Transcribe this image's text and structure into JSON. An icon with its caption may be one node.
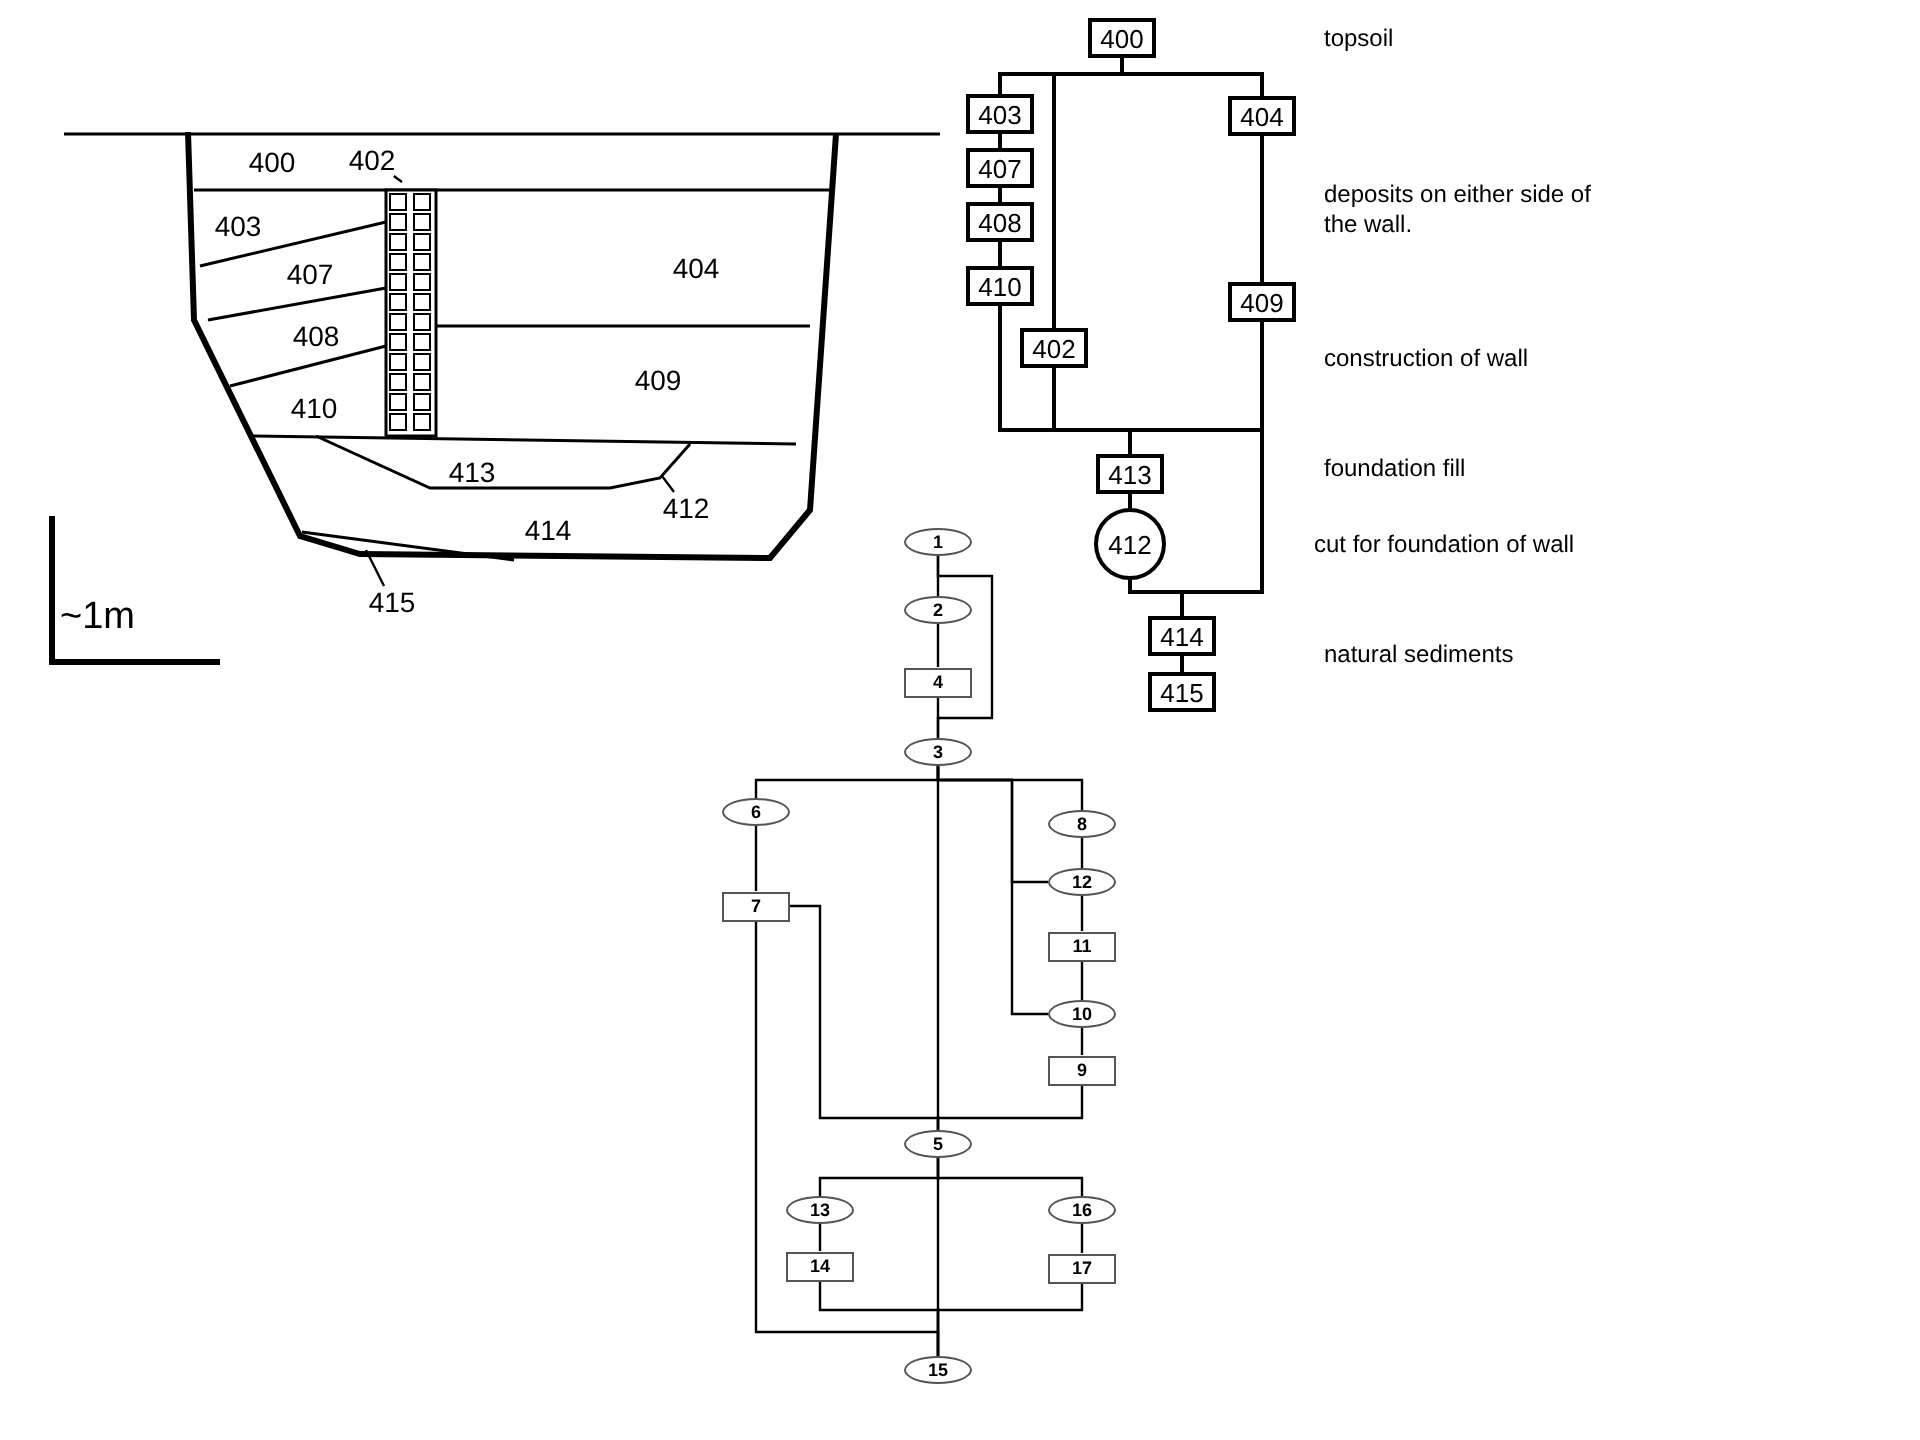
{
  "diagram": {
    "nodes": [
      {
        "text": [
          "402"
        ]
      },
      {
        "text": [
          "412"
        ]
      },
      {
        "text": [
          "415"
        ]
      },
      {
        "text": [
          "400"
        ]
      },
      {
        "text": [
          "403"
        ]
      },
      {
        "text": [
          "402"
        ]
      },
      {
        "text": [
          "404"
        ]
      },
      {
        "text": [
          "407"
        ]
      },
      {
        "text": [
          "408"
        ]
      },
      {
        "text": [
          "410"
        ]
      },
      {
        "text": [
          "409"
        ]
      },
      {
        "text": [
          "413"
        ]
      },
      {
        "text": [
          "412"
        ]
      },
      {
        "text": [
          "414"
        ]
      },
      {
        "text": [
          "415"
        ]
      },
      {
        "text": [
          "1"
        ]
      },
      {
        "text": [
          "2"
        ]
      },
      {
        "text": [
          "4"
        ]
      },
      {
        "text": [
          "3"
        ]
      },
      {
        "text": [
          "6"
        ]
      },
      {
        "text": [
          "8"
        ]
      },
      {
        "text": [
          "12"
        ]
      },
      {
        "text": [
          "11"
        ]
      },
      {
        "text": [
          "10"
        ]
      },
      {
        "text": [
          "9"
        ]
      },
      {
        "text": [
          "7"
        ]
      },
      {
        "text": [
          "5"
        ]
      },
      {
        "text": [
          "13"
        ]
      },
      {
        "text": [
          "16"
        ]
      },
      {
        "text": [
          "14"
        ]
      },
      {
        "text": [
          "17"
        ]
      },
      {
        "text": [
          "15"
        ]
      }
    ],
    "edges": [
      {
        "from": 0,
        "to": null,
        "arrow": "none"
      },
      {
        "from": 1,
        "to": null,
        "arrow": "none"
      },
      {
        "from": 2,
        "to": null,
        "arrow": "none"
      },
      {
        "from": 3,
        "to": 4,
        "arrow": "none"
      },
      {
        "from": 3,
        "to": 5,
        "arrow": "none"
      },
      {
        "from": 3,
        "to": 6,
        "arrow": "none"
      },
      {
        "from": 4,
        "to": 7,
        "arrow": "none"
      },
      {
        "from": 7,
        "to": 8,
        "arrow": "none"
      },
      {
        "from": 8,
        "to": 9,
        "arrow": "none"
      },
      {
        "from": 6,
        "to": 10,
        "arrow": "none"
      },
      {
        "from": 9,
        "to": 11,
        "arrow": "none"
      },
      {
        "from": 5,
        "to": 11,
        "arrow": "none"
      },
      {
        "from": 10,
        "to": 11,
        "arrow": "none"
      },
      {
        "from": 11,
        "to": 12,
        "arrow": "none"
      },
      {
        "from": 12,
        "to": 13,
        "arrow": "none"
      },
      {
        "from": 10,
        "to": 13,
        "arrow": "none"
      },
      {
        "from": 13,
        "to": 14,
        "arrow": "none"
      },
      {
        "from": 15,
        "to": 16,
        "arrow": "none"
      },
      {
        "from": 15,
        "to": 18,
        "arrow": "none"
      },
      {
        "from": 16,
        "to": 17,
        "arrow": "none"
      },
      {
        "from": 17,
        "to": 18,
        "arrow": "none"
      },
      {
        "from": 18,
        "to": 19,
        "arrow": "none"
      },
      {
        "from": 18,
        "to": 20,
        "arrow": "none"
      },
      {
        "from": 18,
        "to": 21,
        "arrow": "none"
      },
      {
        "from": 18,
        "to": 23,
        "arrow": "none"
      },
      {
        "from": 18,
        "to": 26,
        "arrow": "none"
      },
      {
        "from": 19,
        "to": 25,
        "arrow": "none"
      },
      {
        "from": 20,
        "to": 21,
        "arrow": "none"
      },
      {
        "from": 21,
        "to": 22,
        "arrow": "none"
      },
      {
        "from": 22,
        "to": 23,
        "arrow": "none"
      },
      {
        "from": 23,
        "to": 24,
        "arrow": "none"
      },
      {
        "from": 25,
        "to": 26,
        "arrow": "none"
      },
      {
        "from": 24,
        "to": 26,
        "arrow": "none"
      },
      {
        "from": 26,
        "to": 27,
        "arrow": "none"
      },
      {
        "from": 26,
        "to": 28,
        "arrow": "none"
      },
      {
        "from": 26,
        "to": 31,
        "arrow": "none"
      },
      {
        "from": 27,
        "to": 29,
        "arrow": "none"
      },
      {
        "from": 28,
        "to": 30,
        "arrow": "none"
      },
      {
        "from": 29,
        "to": 31,
        "arrow": "none"
      },
      {
        "from": 30,
        "to": 31,
        "arrow": "none"
      },
      {
        "from": 25,
        "to": 31,
        "arrow": "none"
      }
    ],
    "labels": [
      "topsoil",
      "400",
      "deposits on either side of the wall.",
      "403",
      "404",
      "407",
      "408",
      "construction of wall",
      "409",
      "410",
      "foundation fill",
      "413",
      "414",
      "cut for foundation of wall",
      "~1m",
      "natural sediments"
    ]
  }
}
